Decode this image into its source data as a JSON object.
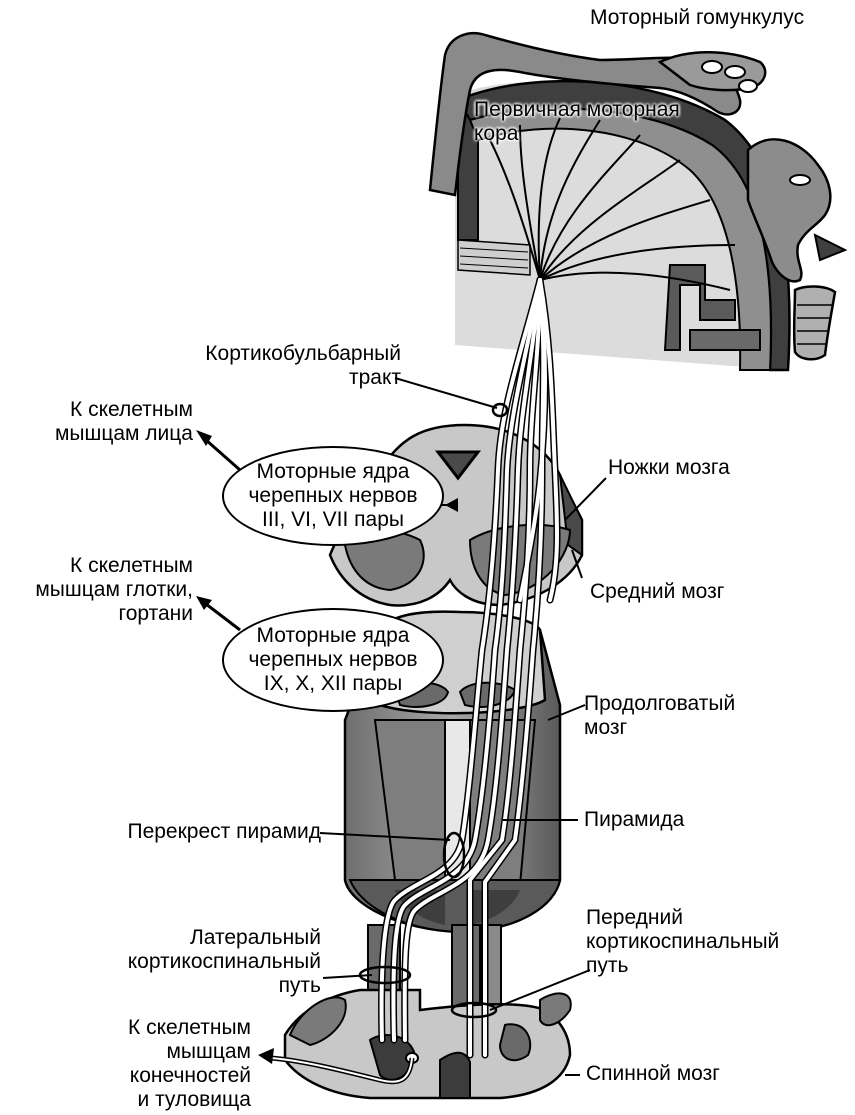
{
  "labels": {
    "motor_homunculus": "Моторный гомункулус",
    "primary_motor_cortex": "Первичная моторная\nкора",
    "corticobulbar_tract": "Кортикобульбарный\nтракт",
    "to_face_muscles": "К скелетным\nмышцам лица",
    "cranial_nuclei_upper": "Моторные ядра\nчерепных нервов\nIII, VI, VII пары",
    "cerebral_peduncles": "Ножки мозга",
    "to_pharynx_larynx_muscles": "К скелетным\nмышцам глотки,\nгортани",
    "midbrain": "Средний мозг",
    "cranial_nuclei_lower": "Моторные ядра\nчерепных нервов\nIX, X, XII пары",
    "medulla_oblongata": "Продолговатый\nмозг",
    "pyramidal_decussation": "Перекрест пирамид",
    "pyramid": "Пирамида",
    "lateral_corticospinal_tract": "Латеральный\nкортикоспинальный\nпуть",
    "anterior_corticospinal_tract": "Передний\nкортикоспинальный\nпуть",
    "to_limb_trunk_muscles": "К скелетным\nмышцам\nконечностей\nи туловища",
    "spinal_cord": "Спинной мозг"
  },
  "colors": {
    "ink": "#000000",
    "cortex_dark": "#4a4a4a",
    "tissue_mid": "#8c8c8c",
    "tissue_light": "#c8c8c8",
    "background_shade": "#dcdcdc",
    "fibers": "#ffffff"
  }
}
